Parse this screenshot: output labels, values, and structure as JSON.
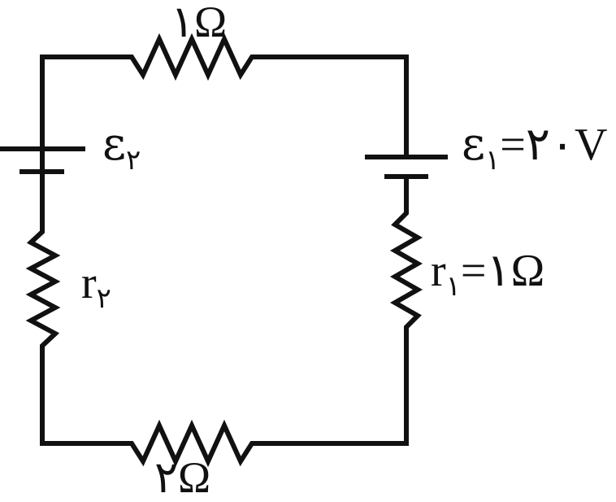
{
  "labels": {
    "top_resistor": "۱Ω",
    "bottom_resistor": "۲Ω",
    "emf2_symbol": "ε",
    "emf2_sub": "۲",
    "emf1_symbol": "ε",
    "emf1_sub": "۱",
    "emf1_value": "=۲۰V",
    "r2_symbol": "r",
    "r2_sub": "۲",
    "r1_symbol": "r",
    "r1_sub": "۱",
    "r1_value": "=۱Ω"
  },
  "colors": {
    "stroke": "#111111",
    "background": "#ffffff"
  }
}
